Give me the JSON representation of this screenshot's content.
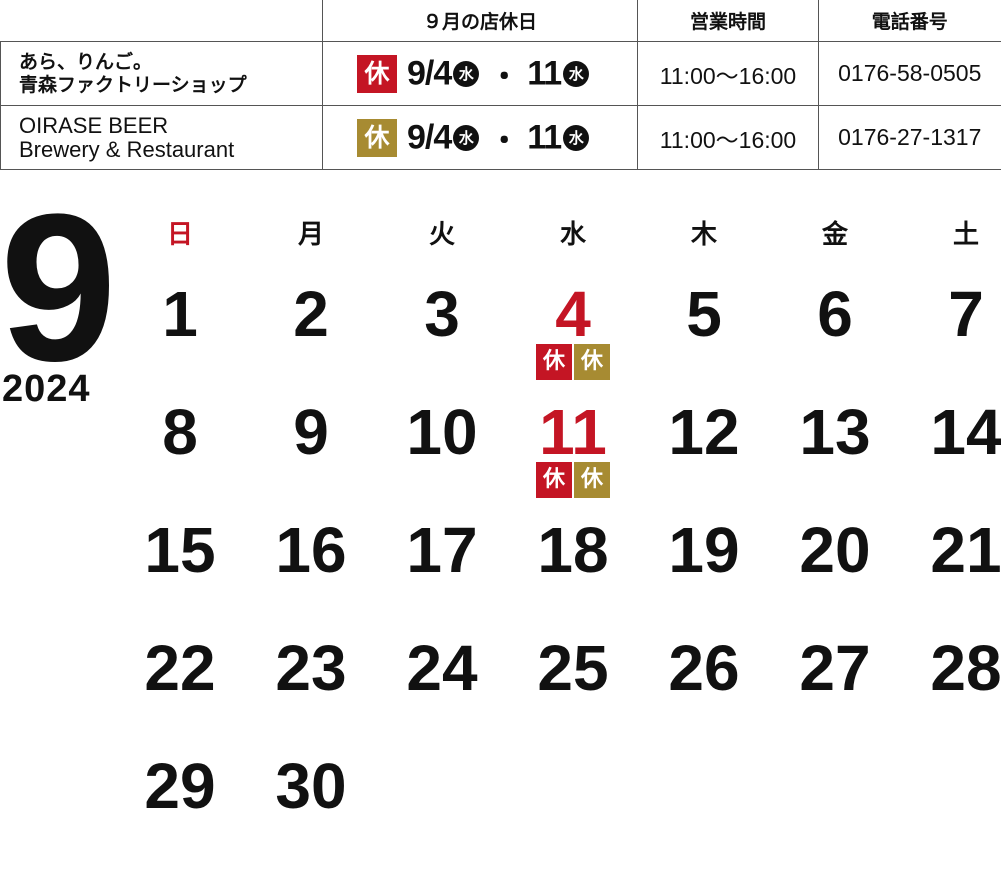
{
  "table": {
    "headers": [
      "",
      "９月の店休日",
      "営業時間",
      "電話番号"
    ],
    "rows": [
      {
        "name_line1": "あら、りんご。",
        "name_line2": "青森ファクトリーショップ",
        "badge": "休",
        "badge_color": "#c41524",
        "date1": "9/4",
        "dow1": "水",
        "sep": "・",
        "date2": "11",
        "dow2": "水",
        "hours": "11:00〜16:00",
        "phone": "0176-58-0505"
      },
      {
        "name_line1": "OIRASE BEER",
        "name_line2": "Brewery & Restaurant",
        "badge": "休",
        "badge_color": "#a78b32",
        "date1": "9/4",
        "dow1": "水",
        "sep": "・",
        "date2": "11",
        "dow2": "水",
        "hours": "11:00〜16:00",
        "phone": "0176-27-1317"
      }
    ]
  },
  "calendar": {
    "month": "9",
    "year": "2024",
    "weekdays": [
      "日",
      "月",
      "火",
      "水",
      "木",
      "金",
      "土"
    ],
    "weeks": [
      [
        "1",
        "2",
        "3",
        "4",
        "5",
        "6",
        "7"
      ],
      [
        "8",
        "9",
        "10",
        "11",
        "12",
        "13",
        "14"
      ],
      [
        "15",
        "16",
        "17",
        "18",
        "19",
        "20",
        "21"
      ],
      [
        "22",
        "23",
        "24",
        "25",
        "26",
        "27",
        "28"
      ],
      [
        "29",
        "30",
        "",
        "",
        "",
        "",
        ""
      ]
    ],
    "holiday_tag": "休",
    "holidays": [
      "4",
      "11"
    ],
    "colors": {
      "holiday_red": "#c41524",
      "gold": "#a78b32",
      "sunday": "#c41524"
    }
  }
}
